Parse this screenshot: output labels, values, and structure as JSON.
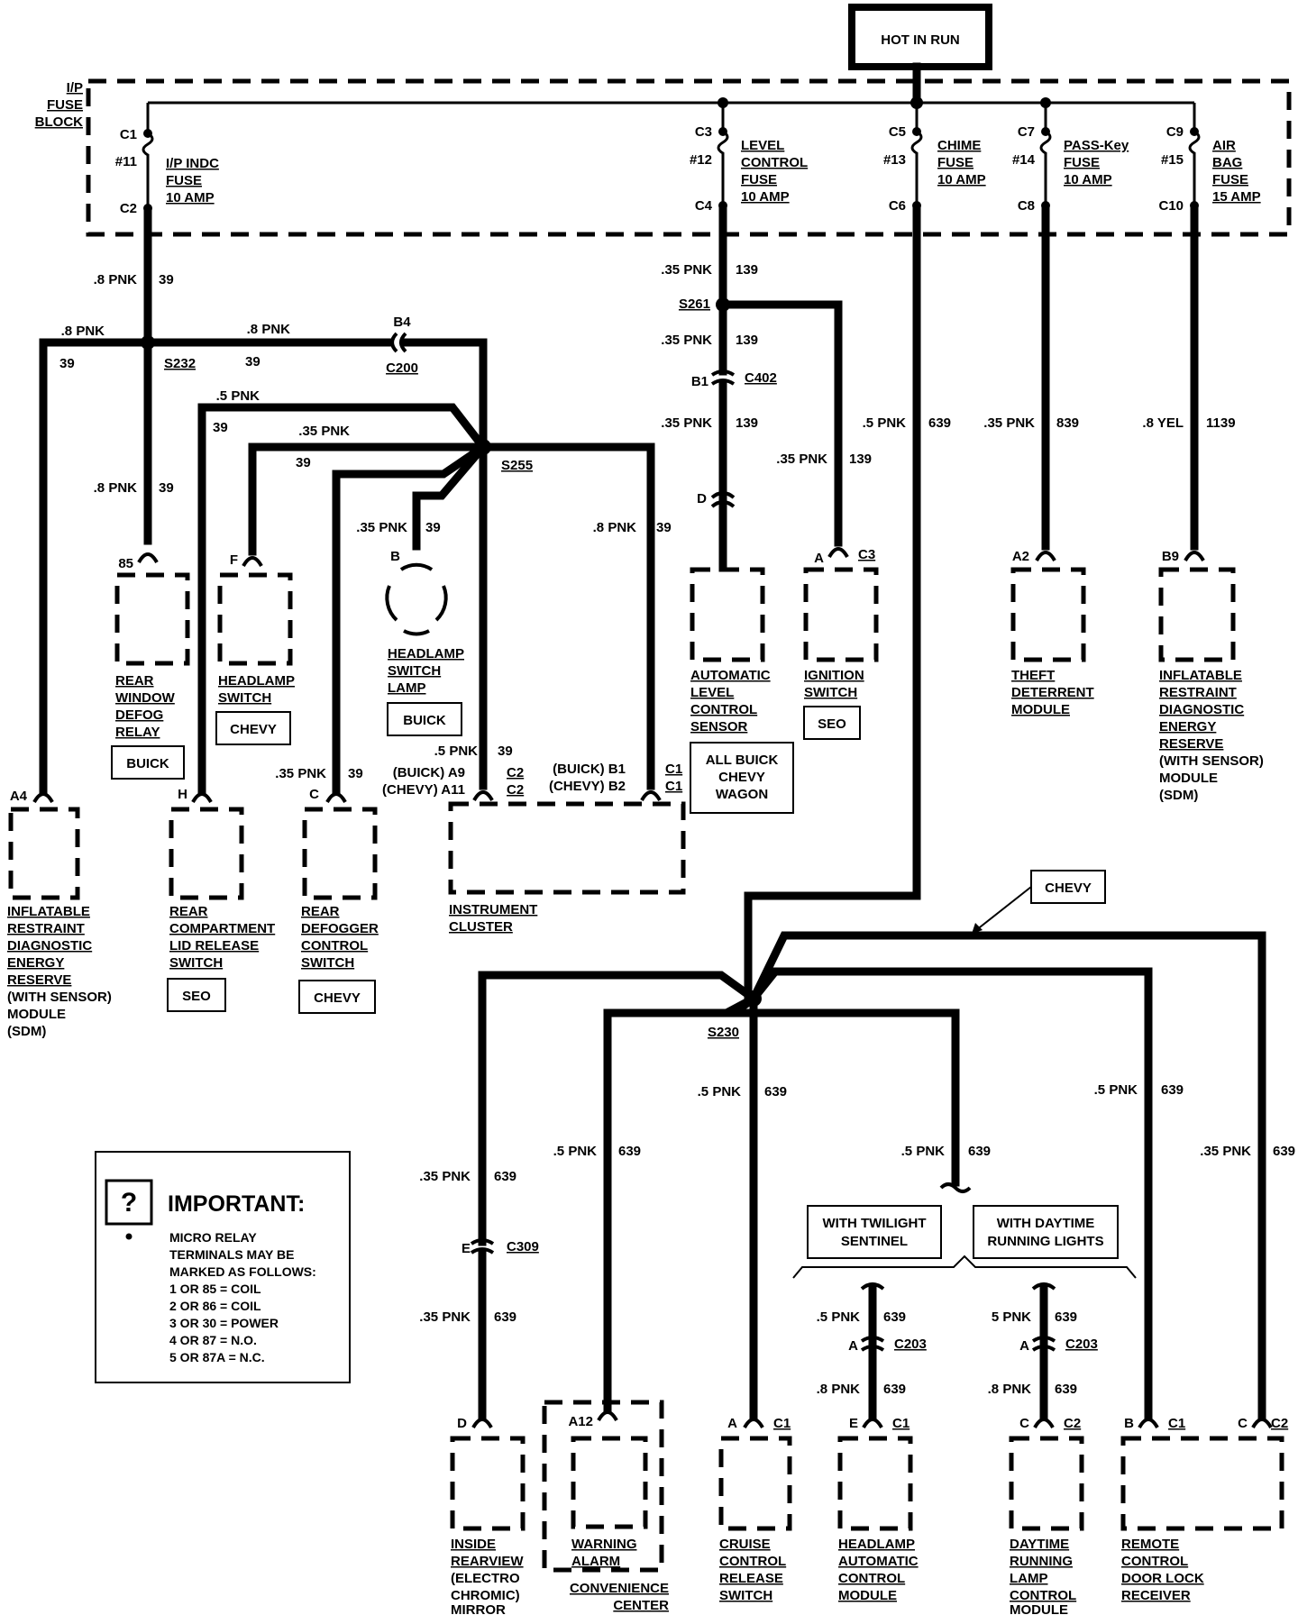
{
  "header": {
    "hot_label": "HOT IN RUN"
  },
  "fuse_block": {
    "label_lines": [
      "I/P",
      "FUSE",
      "BLOCK"
    ],
    "fuses": [
      {
        "in": "C1",
        "out": "C2",
        "num": "#11",
        "lines": [
          "I/P INDC",
          "FUSE",
          "10 AMP"
        ]
      },
      {
        "in": "C3",
        "out": "C4",
        "num": "#12",
        "lines": [
          "LEVEL",
          "CONTROL",
          "FUSE",
          "10 AMP"
        ]
      },
      {
        "in": "C5",
        "out": "C6",
        "num": "#13",
        "lines": [
          "CHIME",
          "FUSE",
          "10 AMP"
        ]
      },
      {
        "in": "C7",
        "out": "C8",
        "num": "#14",
        "lines": [
          "PASS-Key",
          "FUSE",
          "10 AMP"
        ]
      },
      {
        "in": "C9",
        "out": "C10",
        "num": "#15",
        "lines": [
          "AIR",
          "BAG",
          "FUSE",
          "15 AMP"
        ]
      }
    ]
  },
  "wire_labels": {
    "w1": ".8 PNK",
    "c1": "39",
    "w2": ".8 PNK",
    "c2": "39",
    "w3": ".8 PNK",
    "c3": "39",
    "w4": ".5 PNK",
    "c4": "39",
    "w5": ".35 PNK",
    "c5": "39",
    "w6": ".8 PNK",
    "c6": "39",
    "w7": ".35 PNK",
    "c7": "39",
    "w8": ".8 PNK",
    "c8": "39",
    "w9": ".35 PNK",
    "c9": "39",
    "w10": ".5 PNK",
    "c10": "39",
    "w11": ".35 PNK",
    "c11": "139",
    "w12": ".35 PNK",
    "c12": "139",
    "w13": ".35 PNK",
    "c13": "139",
    "w14": ".35 PNK",
    "c14": "139",
    "w15": ".5 PNK",
    "c15": "639",
    "w16": ".35 PNK",
    "c16": "839",
    "w17": ".8 YEL",
    "c17": "1139",
    "w18": ".5 PNK",
    "c18": "639",
    "w19": ".5 PNK",
    "c19": "639",
    "w20": ".35 PNK",
    "c20": "639",
    "w21": ".35 PNK",
    "c21": "639",
    "w22": ".5 PNK",
    "c22": "639",
    "w23": ".5 PNK",
    "c23": "639",
    "w24": ".35 PNK",
    "c24": "639",
    "w25": ".5 PNK",
    "c25": "639",
    "w26": ".8 PNK",
    "c26": "639",
    "w27": "5 PNK",
    "c27": "639",
    "w28": ".8 PNK",
    "c28": "639"
  },
  "splices": {
    "s232": "S232",
    "s255": "S255",
    "s261": "S261",
    "s230": "S230",
    "c200": "C200",
    "b4": "B4",
    "c402": "C402",
    "b1": "B1",
    "d": "D",
    "c309": "C309",
    "e309": "E",
    "c203a": "C203",
    "c203b": "C203",
    "a1": "A",
    "a2": "A"
  },
  "components": {
    "relay": {
      "pin": "85",
      "lines": [
        "REAR",
        "WINDOW",
        "DEFOG",
        "RELAY"
      ],
      "tag": "BUICK"
    },
    "hswitch": {
      "pin": "F",
      "lines": [
        "HEADLAMP",
        "SWITCH"
      ],
      "tag": "CHEVY"
    },
    "hlamp": {
      "pin": "B",
      "lines": [
        "HEADLAMP",
        "SWITCH",
        "LAMP"
      ],
      "tag": "BUICK"
    },
    "alc": {
      "lines": [
        "AUTOMATIC",
        "LEVEL",
        "CONTROL",
        "SENSOR"
      ],
      "tag_lines": [
        "ALL BUICK",
        "CHEVY",
        "WAGON"
      ]
    },
    "ign": {
      "pin": "A",
      "conn": "C3",
      "lines": [
        "IGNITION",
        "SWITCH"
      ],
      "tag": "SEO"
    },
    "theft": {
      "pin": "A2",
      "lines": [
        "THEFT",
        "DETERRENT",
        "MODULE"
      ]
    },
    "sdm_r": {
      "pin": "B9",
      "lines": [
        "INFLATABLE",
        "RESTRAINT",
        "DIAGNOSTIC",
        "ENERGY",
        "RESERVE",
        "(WITH SENSOR)",
        "MODULE",
        "(SDM)"
      ]
    },
    "sdm_l": {
      "pin": "A4",
      "lines": [
        "INFLATABLE",
        "RESTRAINT",
        "DIAGNOSTIC",
        "ENERGY",
        "RESERVE",
        "(WITH SENSOR)",
        "MODULE",
        "(SDM)"
      ]
    },
    "trunk": {
      "pin": "H",
      "lines": [
        "REAR",
        "COMPARTMENT",
        "LID RELEASE",
        "SWITCH"
      ],
      "tag": "SEO"
    },
    "defsw": {
      "pin": "C",
      "lines": [
        "REAR",
        "DEFOGGER",
        "CONTROL",
        "SWITCH"
      ],
      "tag": "CHEVY"
    },
    "cluster": {
      "lines": [
        "INSTRUMENT",
        "CLUSTER"
      ],
      "pin_a": [
        "(BUICK)  A9",
        "(CHEVY)  A11"
      ],
      "conn_a": [
        "C2",
        "C2"
      ],
      "pin_b": [
        "(BUICK)  B1",
        "(CHEVY)  B2"
      ],
      "conn_b": [
        "C1",
        "C1"
      ]
    },
    "mirror": {
      "pin": "D",
      "lines": [
        "INSIDE",
        "REARVIEW",
        "(ELECTRO",
        "CHROMIC)",
        "MIRROR"
      ]
    },
    "alarm": {
      "pin": "A12",
      "lines": [
        "WARNING",
        "ALARM"
      ],
      "sub": [
        "CONVENIENCE",
        "CENTER"
      ]
    },
    "cruise": {
      "pin": "A",
      "conn": "C1",
      "lines": [
        "CRUISE",
        "CONTROL",
        "RELEASE",
        "SWITCH"
      ]
    },
    "hacm": {
      "pin": "E",
      "conn": "C1",
      "lines": [
        "HEADLAMP",
        "AUTOMATIC",
        "CONTROL",
        "MODULE"
      ]
    },
    "drl": {
      "pin": "C",
      "conn": "C2",
      "lines": [
        "DAYTIME",
        "RUNNING",
        "LAMP",
        "CONTROL",
        "MODULE"
      ]
    },
    "rcdl": {
      "pin_b": "B",
      "conn_b": "C1",
      "pin_c": "C",
      "conn_c": "C2",
      "lines": [
        "REMOTE",
        "CONTROL",
        "DOOR LOCK",
        "RECEIVER"
      ]
    }
  },
  "options": {
    "chevy": "CHEVY",
    "twilight": [
      "WITH TWILIGHT",
      "SENTINEL"
    ],
    "daytime": [
      "WITH DAYTIME",
      "RUNNING LIGHTS"
    ]
  },
  "important": {
    "title": "IMPORTANT:",
    "lines": [
      "MICRO RELAY",
      "TERMINALS MAY BE",
      "MARKED AS FOLLOWS:",
      "1 OR 85  =  COIL",
      "2 OR 86  =  COIL",
      "3 OR 30  =  POWER",
      "4 OR 87  =  N.O.",
      "5 OR 87A  =  N.C."
    ]
  }
}
